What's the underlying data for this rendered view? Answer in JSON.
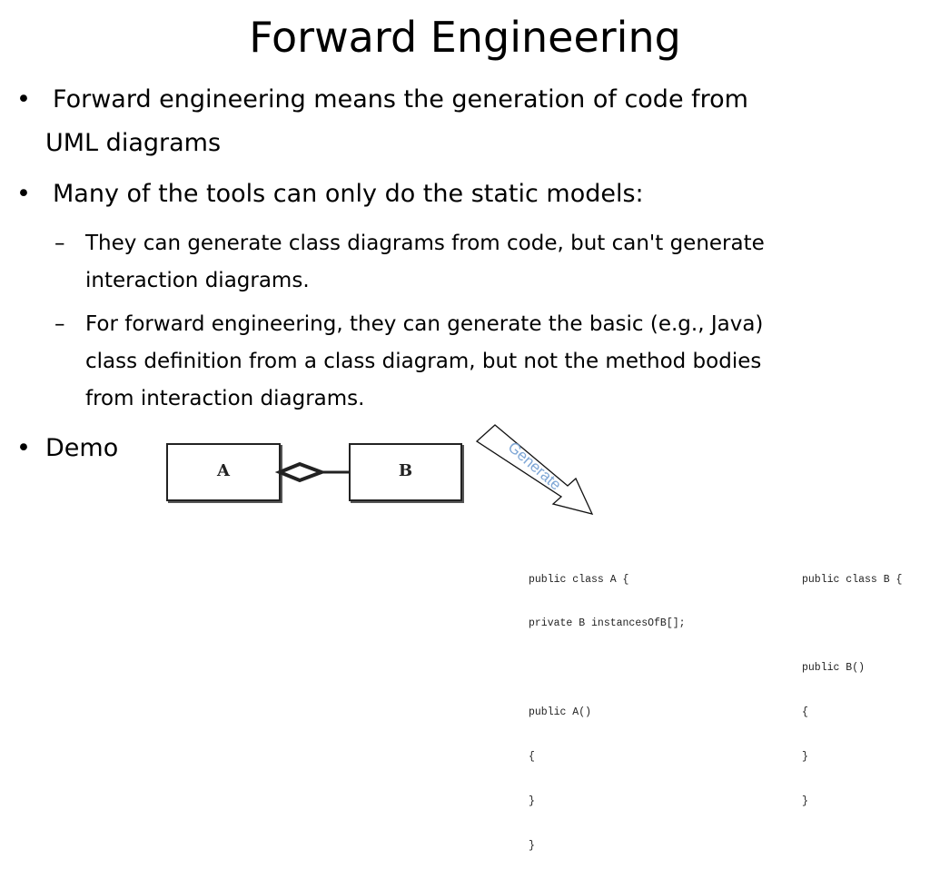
{
  "title": "Forward Engineering",
  "bullets": [
    {
      "mark": "•",
      "lines": [
        "Forward engineering means the generation of code from",
        "UML diagrams"
      ]
    },
    {
      "mark": "•",
      "lines": [
        "Many of the tools can only do the static models:"
      ]
    },
    {
      "mark": "•",
      "lines": [
        "Demo"
      ]
    }
  ],
  "subbullets": [
    {
      "mark": "–",
      "lines": [
        "They can generate class diagrams from code, but can't generate",
        "interaction diagrams."
      ]
    },
    {
      "mark": "–",
      "lines": [
        "For forward engineering, they can generate the basic (e.g., Java)",
        "class definition from a class diagram, but not the method bodies",
        "from interaction diagrams."
      ]
    }
  ],
  "diagram": {
    "class_a": "A",
    "class_b": "B",
    "arrow_label": "Generate",
    "arrow_label_color": "#7fa7d6"
  },
  "code": {
    "class_a_lines": [
      "public class A {",
      "    private B instancesOfB[];",
      "",
      "    public A()",
      "    {",
      "    }",
      "}"
    ],
    "class_b_lines": [
      "public class B {",
      "",
      "    public B()",
      "    {",
      "    }",
      "}"
    ]
  }
}
